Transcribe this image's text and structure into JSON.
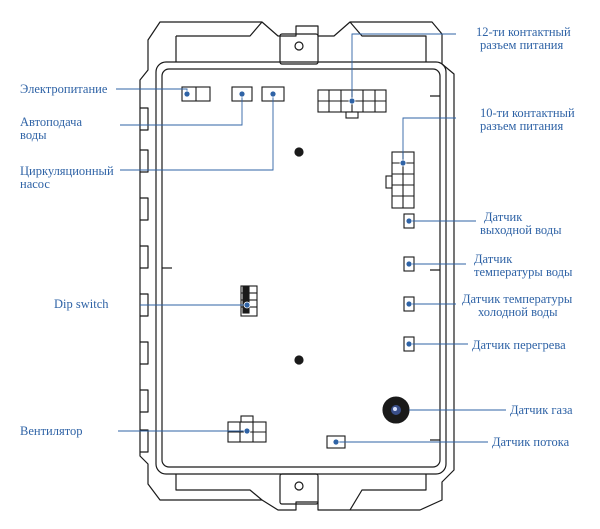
{
  "colors": {
    "outline": "#1a1a1a",
    "label": "#2f63a6",
    "dot": "#2f63a6",
    "background": "#ffffff"
  },
  "labels": {
    "power_supply": "Электропитание",
    "water_feed_1": "Автоподача",
    "water_feed_2": "воды",
    "circ_pump_1": "Циркуляционный",
    "circ_pump_2": "насос",
    "dip_switch": "Dip switch",
    "fan": "Вентилятор",
    "conn12_1": "12-ти контактный",
    "conn12_2": "разъем питания",
    "conn10_1": "10-ти контактный",
    "conn10_2": "разъем питания",
    "out_sensor_1": "Датчик",
    "out_sensor_2": "выходной воды",
    "temp_sensor_1": "Датчик",
    "temp_sensor_2": "температуры воды",
    "cold_sensor_1": "Датчик температуры",
    "cold_sensor_2": "холодной воды",
    "overheat_sensor": "Датчик перегрева",
    "gas_sensor": "Датчик газа",
    "flow_sensor": "Датчик потока"
  }
}
